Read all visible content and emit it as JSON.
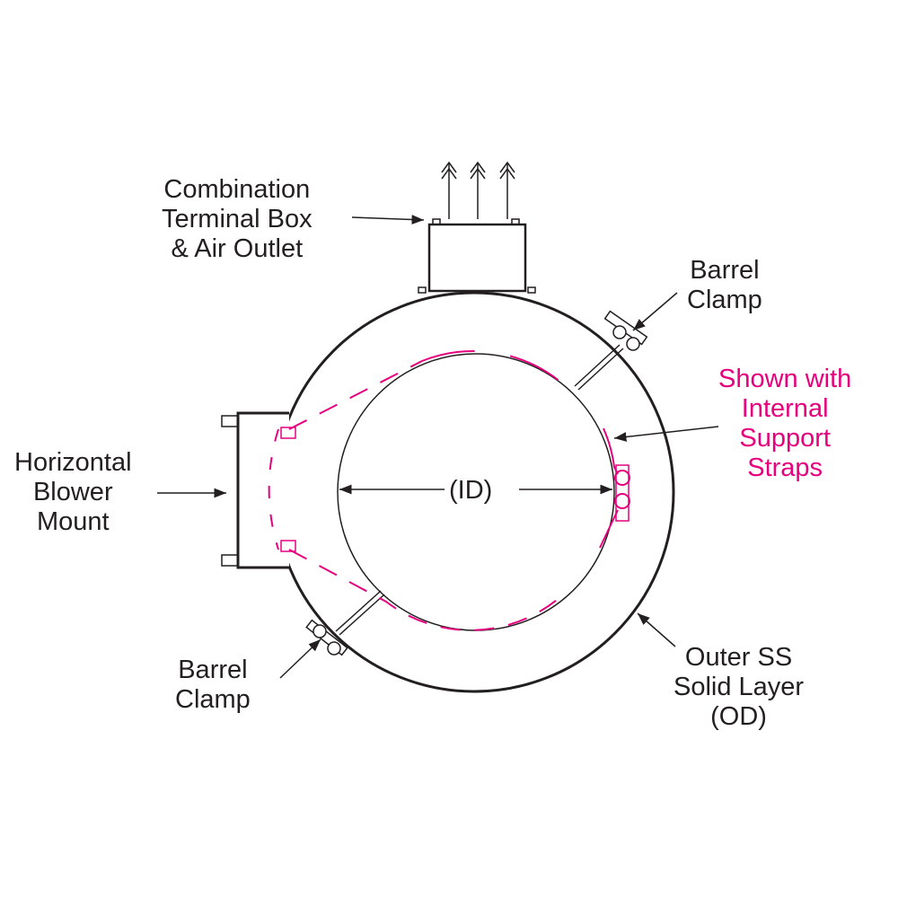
{
  "labels": {
    "terminal_box": "Combination\nTerminal Box\n& Air Outlet",
    "barrel_clamp_top": "Barrel\nClamp",
    "support_straps": "Shown with\nInternal\nSupport\nStraps",
    "blower_mount": "Horizontal\nBlower\nMount",
    "inner_diameter": "(ID)",
    "barrel_clamp_bottom": "Barrel\nClamp",
    "outer_layer": "Outer SS\nSolid Layer\n(OD)"
  },
  "colors": {
    "line": "#231f20",
    "accent": "#e6007e"
  }
}
